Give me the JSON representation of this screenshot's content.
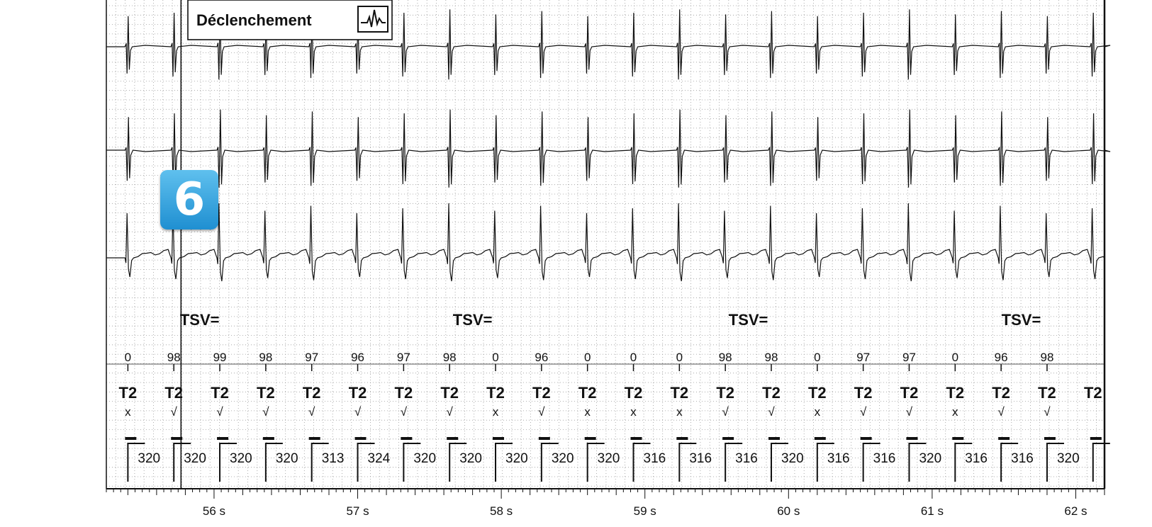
{
  "trigger_label": "Déclenchement",
  "badge_number": "6",
  "chart_data": {
    "type": "line",
    "title": "",
    "xlabel": "",
    "ylabel": "",
    "x_unit": "s",
    "xlim": [
      55.25,
      62.2
    ],
    "x_ticks": [
      "56 s",
      "57 s",
      "58 s",
      "59 s",
      "60 s",
      "61 s",
      "62 s"
    ],
    "grid": true,
    "trigger_marker_time": 55.77,
    "channels": [
      {
        "id": "ecg-1",
        "morphology": "biphasic-narrow"
      },
      {
        "id": "ecg-2",
        "morphology": "biphasic-large"
      },
      {
        "id": "ecg-3",
        "morphology": "upright-qrs"
      }
    ],
    "rhythm_labels": [
      {
        "text": "TSV=",
        "time": 55.9
      },
      {
        "text": "TSV=",
        "time": 57.8
      },
      {
        "text": "TSV=",
        "time": 59.72
      },
      {
        "text": "TSV=",
        "time": 61.62
      }
    ],
    "beats": [
      {
        "time": 55.4,
        "score": "0",
        "zone": "T2",
        "mark": "x",
        "interval": "320"
      },
      {
        "time": 55.72,
        "score": "98",
        "zone": "T2",
        "mark": "√",
        "interval": "320"
      },
      {
        "time": 56.04,
        "score": "99",
        "zone": "T2",
        "mark": "√",
        "interval": "320"
      },
      {
        "time": 56.36,
        "score": "98",
        "zone": "T2",
        "mark": "√",
        "interval": "320"
      },
      {
        "time": 56.68,
        "score": "97",
        "zone": "T2",
        "mark": "√",
        "interval": "313"
      },
      {
        "time": 57.0,
        "score": "96",
        "zone": "T2",
        "mark": "√",
        "interval": "324"
      },
      {
        "time": 57.32,
        "score": "97",
        "zone": "T2",
        "mark": "√",
        "interval": "320"
      },
      {
        "time": 57.64,
        "score": "98",
        "zone": "T2",
        "mark": "√",
        "interval": "320"
      },
      {
        "time": 57.96,
        "score": "0",
        "zone": "T2",
        "mark": "x",
        "interval": "320"
      },
      {
        "time": 58.28,
        "score": "96",
        "zone": "T2",
        "mark": "√",
        "interval": "320"
      },
      {
        "time": 58.6,
        "score": "0",
        "zone": "T2",
        "mark": "x",
        "interval": "320"
      },
      {
        "time": 58.92,
        "score": "0",
        "zone": "T2",
        "mark": "x",
        "interval": "316"
      },
      {
        "time": 59.24,
        "score": "0",
        "zone": "T2",
        "mark": "x",
        "interval": "316"
      },
      {
        "time": 59.56,
        "score": "98",
        "zone": "T2",
        "mark": "√",
        "interval": "316"
      },
      {
        "time": 59.88,
        "score": "98",
        "zone": "T2",
        "mark": "√",
        "interval": "320"
      },
      {
        "time": 60.2,
        "score": "0",
        "zone": "T2",
        "mark": "x",
        "interval": "316"
      },
      {
        "time": 60.52,
        "score": "97",
        "zone": "T2",
        "mark": "√",
        "interval": "316"
      },
      {
        "time": 60.84,
        "score": "97",
        "zone": "T2",
        "mark": "√",
        "interval": "320"
      },
      {
        "time": 61.16,
        "score": "0",
        "zone": "T2",
        "mark": "x",
        "interval": "316"
      },
      {
        "time": 61.48,
        "score": "96",
        "zone": "T2",
        "mark": "√",
        "interval": "316"
      },
      {
        "time": 61.8,
        "score": "98",
        "zone": "T2",
        "mark": "√",
        "interval": "320"
      },
      {
        "time": 62.12,
        "score": "",
        "zone": "T2",
        "mark": "",
        "interval": ""
      }
    ]
  }
}
